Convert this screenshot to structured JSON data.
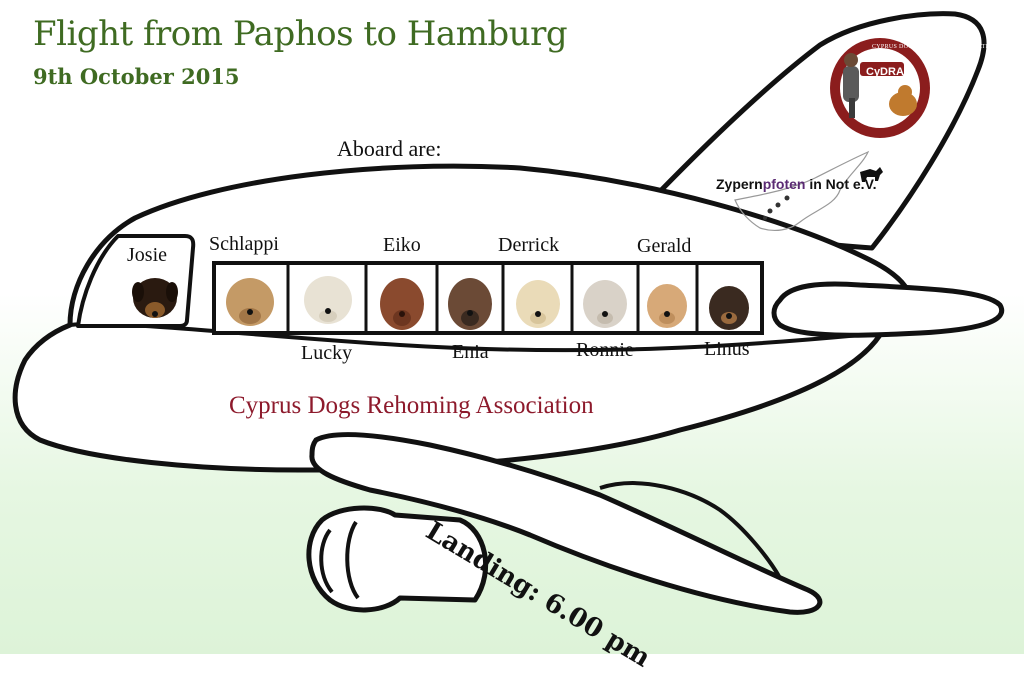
{
  "poster": {
    "title": "Flight from Paphos to Hamburg",
    "date": "9th October 2015",
    "aboard_label": "Aboard are:",
    "association": "Cyprus Dogs Rehoming Association",
    "landing": "Landing: 6.00 pm"
  },
  "cockpit_dog": {
    "name": "Josie"
  },
  "dogs_top": [
    "Schlappi",
    "Eiko",
    "Derrick",
    "Gerald"
  ],
  "dogs_bottom": [
    "Lucky",
    "Enia",
    "Ronnie",
    "Linus"
  ],
  "logos": {
    "cydra_badge": "CyDRA",
    "cydra_ring": "CYPRUS DOGS REHOMING ASSOCIATION",
    "zyp_part1": "Zypern",
    "zyp_part2": "pfoten",
    "zyp_part3": " in Not e.V."
  },
  "colors": {
    "title_green": "#3f6b22",
    "association_red": "#8d1a2c",
    "cydra_ring": "#8b1d1d",
    "zyp_purple": "#5a2a73"
  },
  "icons": {
    "dog_photos": "dog-portrait-icon",
    "cyprus_map": "cyprus-map-icon",
    "paw_prints": "paw-icon"
  }
}
